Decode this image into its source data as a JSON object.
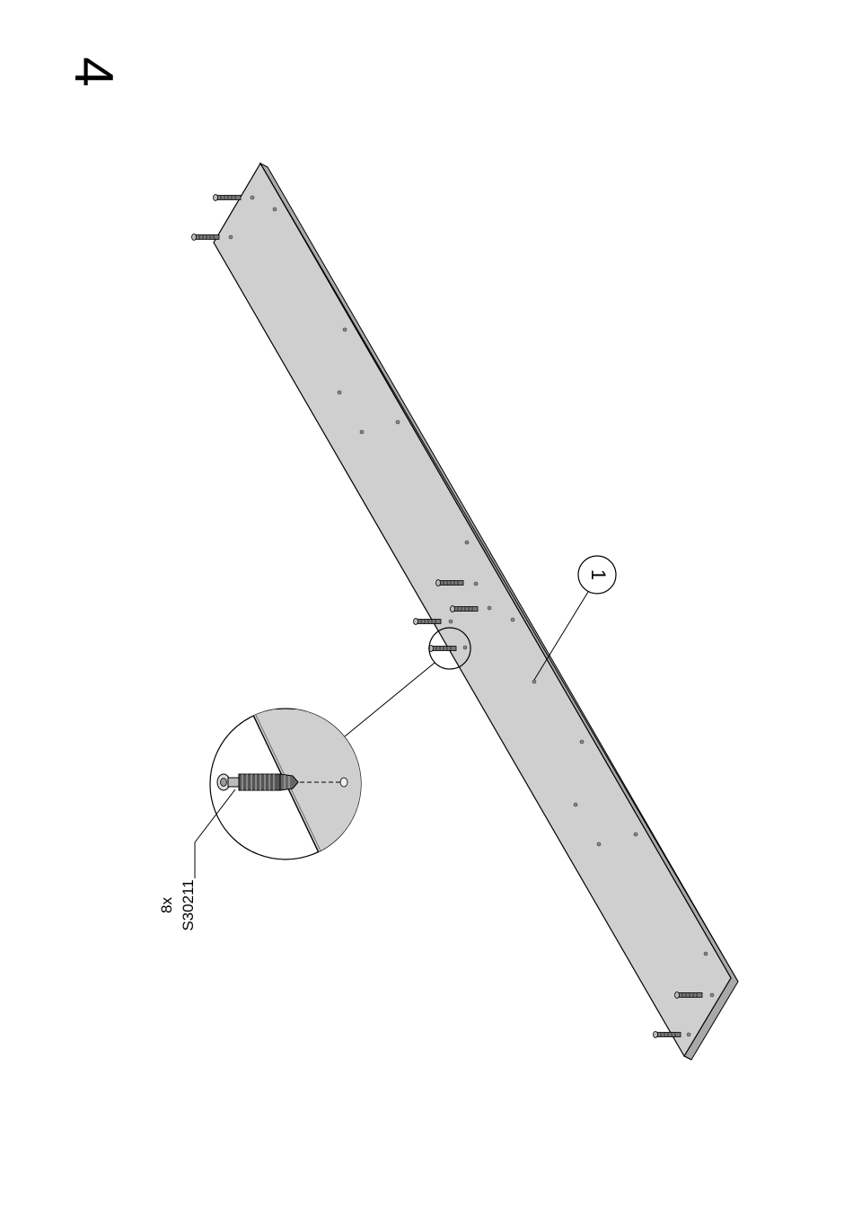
{
  "step": {
    "number": "4"
  },
  "callouts": {
    "part_number": "1",
    "hardware_quantity": "8x",
    "hardware_code": "S30211"
  },
  "colors": {
    "panel_face": "#cfcfcf",
    "panel_edge": "#a9a9a9",
    "line": "#000000",
    "background": "#ffffff"
  },
  "icons": {
    "cam_bolt": "cam-bolt-icon",
    "drill_hole": "drill-hole-icon"
  }
}
